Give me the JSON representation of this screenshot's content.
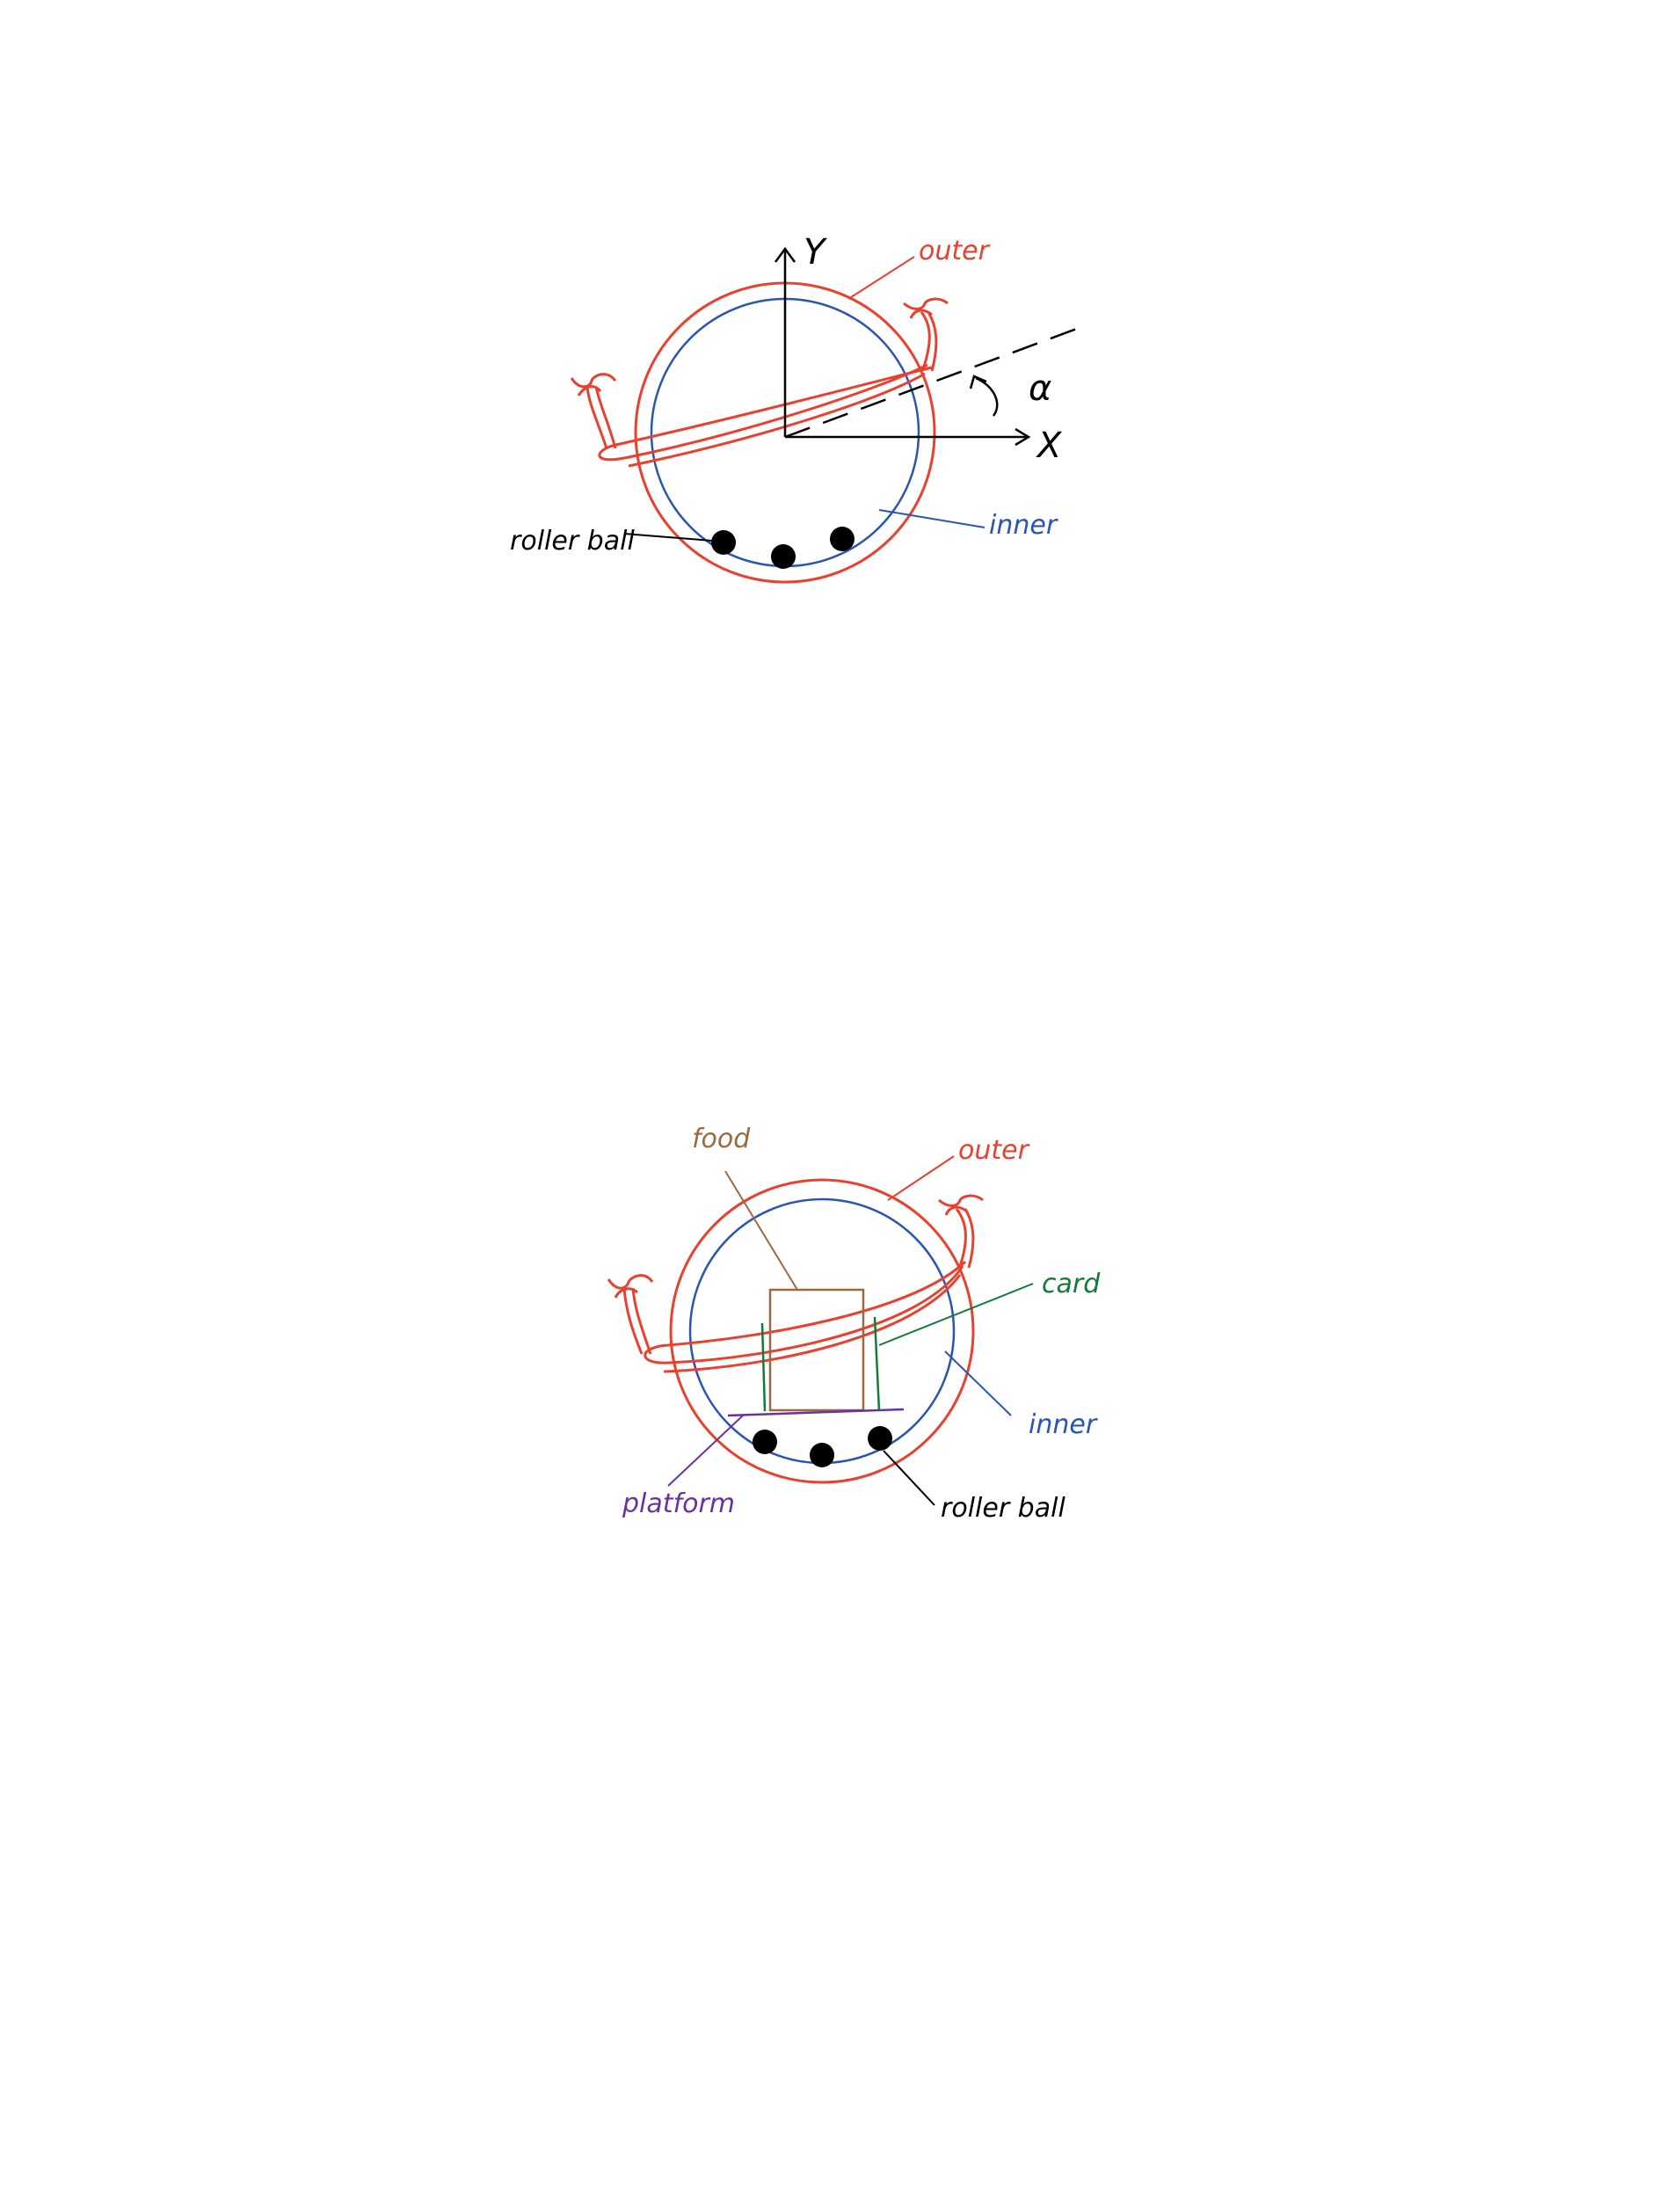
{
  "colors": {
    "outer": "#e8412f",
    "inner": "#2a55b0",
    "ball": "#000000",
    "axis": "#000000",
    "food": "#9a6a42",
    "card": "#137a3a",
    "platform": "#6a32a0",
    "background": "#ffffff"
  },
  "diagram1": {
    "label_outer": "outer",
    "label_inner": "inner",
    "label_roller": "roller ball",
    "label_y": "Y",
    "label_x": "X",
    "label_angle": "α"
  },
  "diagram2": {
    "label_outer": "outer",
    "label_inner": "inner",
    "label_roller": "roller ball",
    "label_food": "food",
    "label_card": "card",
    "label_platform": "platform"
  }
}
